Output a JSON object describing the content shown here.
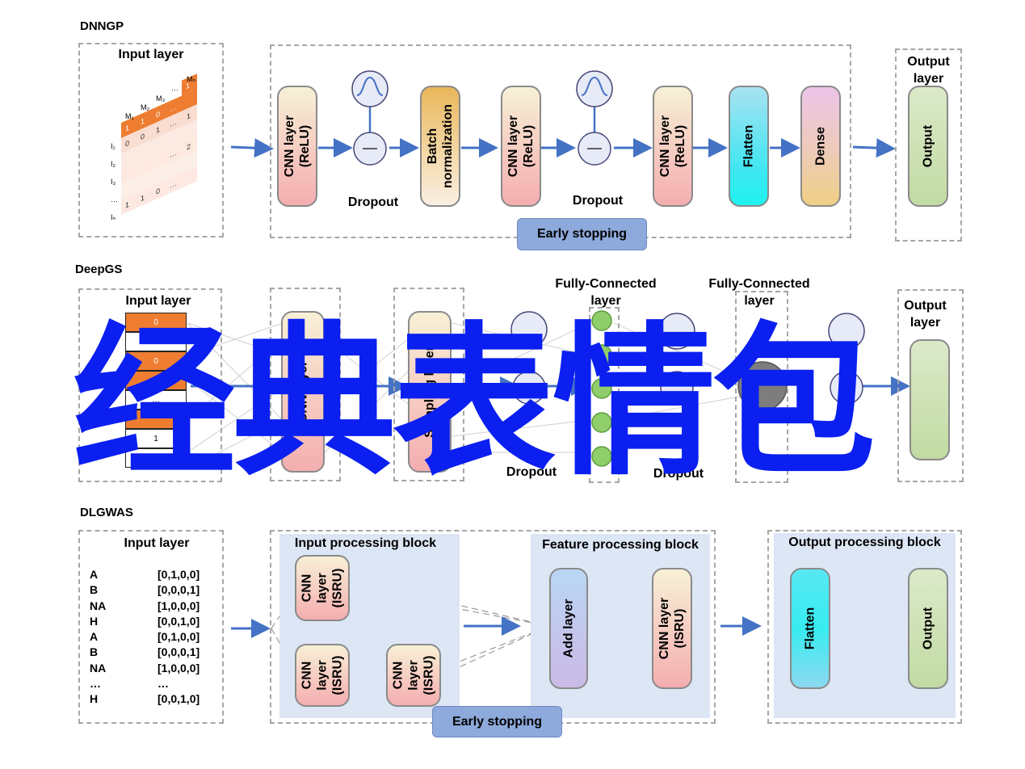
{
  "sections": {
    "dnngp": {
      "title": "DNNGP",
      "input_label": "Input layer",
      "matrix_cols": [
        "M₁",
        "M₂",
        "M₃",
        "…",
        "Mₙ"
      ],
      "matrix_rows": [
        "I₁",
        "I₂",
        "I₃",
        "…",
        "Iₙ"
      ],
      "layers": {
        "cnn1": [
          "CNN layer",
          "(ReLU)"
        ],
        "batch": [
          "Batch",
          "normalization"
        ],
        "cnn2": [
          "CNN layer",
          "(ReLU)"
        ],
        "cnn3": [
          "CNN layer",
          "(ReLU)"
        ],
        "flatten": "Flatten",
        "dense": "Dense",
        "output": "Output"
      },
      "dropout1": "Dropout",
      "dropout2": "Dropout",
      "early_stopping": "Early stopping",
      "output_label": "Output layer"
    },
    "deepgs": {
      "title": "DeepGS",
      "input_label": "Input layer",
      "cells": [
        "0",
        "",
        "0",
        "0",
        "…",
        "",
        "1",
        "1"
      ],
      "cnn": "CNN layer",
      "sampling": "Sampling layer",
      "fc1": "Fully-Connected layer",
      "fc2": "Fully-Connected layer",
      "dropout1": "Dropout",
      "dropout2": "Dropout",
      "output_label": "Output layer"
    },
    "dlgwas": {
      "title": "DLGWAS",
      "input_label": "Input layer",
      "codes": [
        [
          "A",
          "[0,1,0,0]"
        ],
        [
          "B",
          "[0,0,0,1]"
        ],
        [
          "NA",
          "[1,0,0,0]"
        ],
        [
          "H",
          "[0,0,1,0]"
        ],
        [
          "A",
          "[0,1,0,0]"
        ],
        [
          "B",
          "[0,0,0,1]"
        ],
        [
          "NA",
          "[1,0,0,0]"
        ],
        [
          "…",
          "…"
        ],
        [
          "H",
          "[0,0,1,0]"
        ]
      ],
      "input_block": "Input processing block",
      "feature_block": "Feature processing block",
      "output_block": "Output processing block",
      "cnn_isru": [
        "CNN",
        "layer",
        "(ISRU)"
      ],
      "add_layer": "Add layer",
      "cnn_isru2": [
        "CNN layer",
        "(ISRU)"
      ],
      "flatten": "Flatten",
      "output": "Output",
      "early_stopping": "Early stopping"
    }
  },
  "overlay_text": "经典表情包",
  "colors": {
    "arrow": "#4472c4",
    "overlay": "#0a1ff0",
    "button": "#8ea9db"
  }
}
